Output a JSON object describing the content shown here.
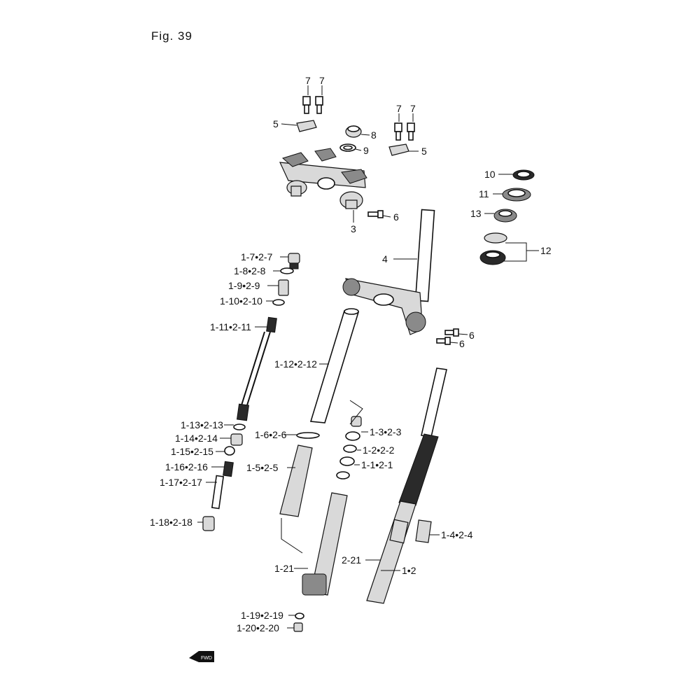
{
  "figure": {
    "title": "Fig. 39",
    "fwd_mark": "FWD"
  },
  "labels": {
    "b7a": "7",
    "b7b": "7",
    "b7c": "7",
    "b7d": "7",
    "p5a": "5",
    "p5b": "5",
    "p8": "8",
    "p9": "9",
    "p3": "3",
    "p6a": "6",
    "p6b": "6",
    "p6c": "6",
    "p4": "4",
    "p10": "10",
    "p11": "11",
    "p13": "13",
    "p12": "12",
    "f7": "1-7•2-7",
    "f8": "1-8•2-8",
    "f9": "1-9•2-9",
    "f10": "1-10•2-10",
    "f11": "1-11•2-11",
    "f12": "1-12•2-12",
    "f13": "1-13•2-13",
    "f14": "1-14•2-14",
    "f15": "1-15•2-15",
    "f16": "1-16•2-16",
    "f17": "1-17•2-17",
    "f18": "1-18•2-18",
    "f6": "1-6•2-6",
    "f5": "1-5•2-5",
    "f3": "1-3•2-3",
    "f2": "1-2•2-2",
    "f1": "1-1•2-1",
    "f4": "1-4•2-4",
    "f21a": "2-21",
    "f21b": "1-21",
    "fpair": "1•2",
    "f19": "1-19•2-19",
    "f20": "1-20•2-20"
  }
}
